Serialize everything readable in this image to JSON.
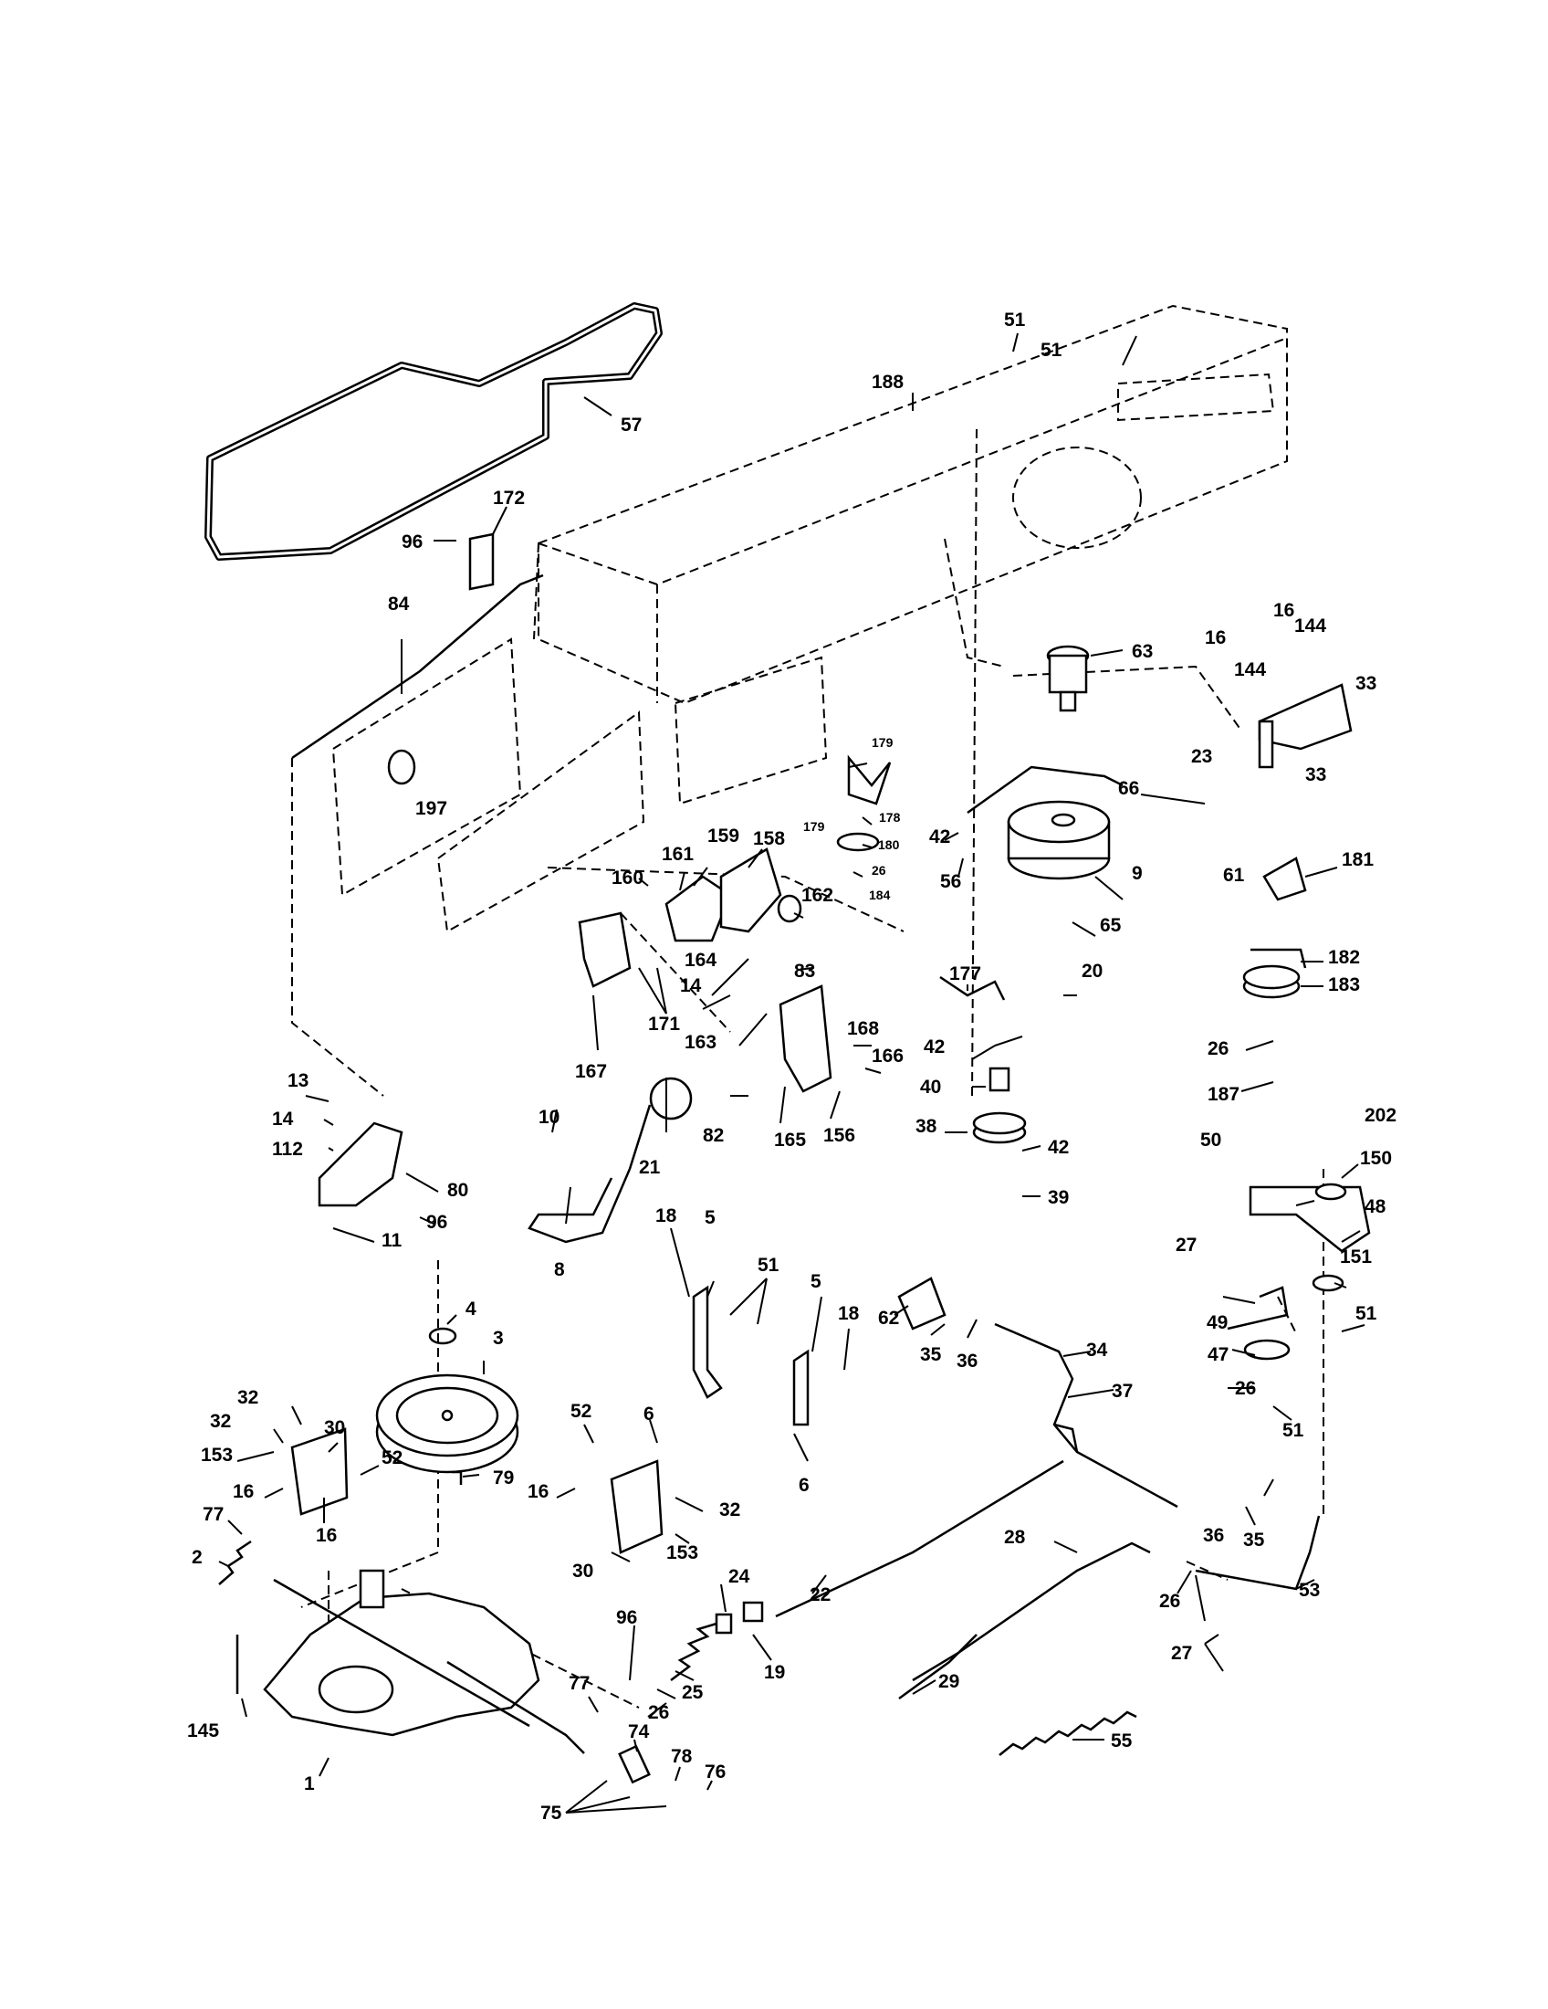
{
  "diagram": {
    "callouts": [
      {
        "id": "c57",
        "text": "57"
      },
      {
        "id": "c172",
        "text": "172"
      },
      {
        "id": "c96a",
        "text": "96"
      },
      {
        "id": "c84",
        "text": "84"
      },
      {
        "id": "c197",
        "text": "197"
      },
      {
        "id": "c188",
        "text": "188"
      },
      {
        "id": "c51a",
        "text": "51"
      },
      {
        "id": "c51b",
        "text": "51"
      },
      {
        "id": "c63",
        "text": "63"
      },
      {
        "id": "c16a",
        "text": "16"
      },
      {
        "id": "c16b",
        "text": "16"
      },
      {
        "id": "c144a",
        "text": "144"
      },
      {
        "id": "c144b",
        "text": "144"
      },
      {
        "id": "c33a",
        "text": "33"
      },
      {
        "id": "c23",
        "text": "23"
      },
      {
        "id": "c33b",
        "text": "33"
      },
      {
        "id": "c179a",
        "text": "179"
      },
      {
        "id": "c178",
        "text": "178"
      },
      {
        "id": "c179b",
        "text": "179"
      },
      {
        "id": "c180",
        "text": "180"
      },
      {
        "id": "c26a",
        "text": "26"
      },
      {
        "id": "c184",
        "text": "184"
      },
      {
        "id": "c66",
        "text": "66"
      },
      {
        "id": "c42a",
        "text": "42"
      },
      {
        "id": "c56",
        "text": "56"
      },
      {
        "id": "c9",
        "text": "9"
      },
      {
        "id": "c61",
        "text": "61"
      },
      {
        "id": "c181",
        "text": "181"
      },
      {
        "id": "c65",
        "text": "65"
      },
      {
        "id": "c20",
        "text": "20"
      },
      {
        "id": "c182",
        "text": "182"
      },
      {
        "id": "c183",
        "text": "183"
      },
      {
        "id": "c161",
        "text": "161"
      },
      {
        "id": "c159",
        "text": "159"
      },
      {
        "id": "c158",
        "text": "158"
      },
      {
        "id": "c160",
        "text": "160"
      },
      {
        "id": "c162",
        "text": "162"
      },
      {
        "id": "c164",
        "text": "164"
      },
      {
        "id": "c14a",
        "text": "14"
      },
      {
        "id": "c83",
        "text": "83"
      },
      {
        "id": "c171",
        "text": "171"
      },
      {
        "id": "c163",
        "text": "163"
      },
      {
        "id": "c167",
        "text": "167"
      },
      {
        "id": "c168",
        "text": "168"
      },
      {
        "id": "c166",
        "text": "166"
      },
      {
        "id": "c177",
        "text": "177"
      },
      {
        "id": "c42b",
        "text": "42"
      },
      {
        "id": "c40",
        "text": "40"
      },
      {
        "id": "c26b",
        "text": "26"
      },
      {
        "id": "c187",
        "text": "187"
      },
      {
        "id": "c13",
        "text": "13"
      },
      {
        "id": "c14b",
        "text": "14"
      },
      {
        "id": "c112",
        "text": "112"
      },
      {
        "id": "c80",
        "text": "80"
      },
      {
        "id": "c96b",
        "text": "96"
      },
      {
        "id": "c11",
        "text": "11"
      },
      {
        "id": "c10",
        "text": "10"
      },
      {
        "id": "c21",
        "text": "21"
      },
      {
        "id": "c82",
        "text": "82"
      },
      {
        "id": "c165",
        "text": "165"
      },
      {
        "id": "c156",
        "text": "156"
      },
      {
        "id": "c38",
        "text": "38"
      },
      {
        "id": "c42c",
        "text": "42"
      },
      {
        "id": "c39",
        "text": "39"
      },
      {
        "id": "c50",
        "text": "50"
      },
      {
        "id": "c202",
        "text": "202"
      },
      {
        "id": "c150",
        "text": "150"
      },
      {
        "id": "c48",
        "text": "48"
      },
      {
        "id": "c27a",
        "text": "27"
      },
      {
        "id": "c151",
        "text": "151"
      },
      {
        "id": "c8",
        "text": "8"
      },
      {
        "id": "c18a",
        "text": "18"
      },
      {
        "id": "c5a",
        "text": "5"
      },
      {
        "id": "c51c",
        "text": "51"
      },
      {
        "id": "c5b",
        "text": "5"
      },
      {
        "id": "c18b",
        "text": "18"
      },
      {
        "id": "c62",
        "text": "62"
      },
      {
        "id": "c35a",
        "text": "35"
      },
      {
        "id": "c36a",
        "text": "36"
      },
      {
        "id": "c34",
        "text": "34"
      },
      {
        "id": "c49",
        "text": "49"
      },
      {
        "id": "c51d",
        "text": "51"
      },
      {
        "id": "c47",
        "text": "47"
      },
      {
        "id": "c26c",
        "text": "26"
      },
      {
        "id": "c51e",
        "text": "51"
      },
      {
        "id": "c4",
        "text": "4"
      },
      {
        "id": "c3",
        "text": "3"
      },
      {
        "id": "c6a",
        "text": "6"
      },
      {
        "id": "c37",
        "text": "37"
      },
      {
        "id": "c32a",
        "text": "32"
      },
      {
        "id": "c32b",
        "text": "32"
      },
      {
        "id": "c30a",
        "text": "30"
      },
      {
        "id": "c153a",
        "text": "153"
      },
      {
        "id": "c52a",
        "text": "52"
      },
      {
        "id": "c79",
        "text": "79"
      },
      {
        "id": "c16c",
        "text": "16"
      },
      {
        "id": "c16d",
        "text": "16"
      },
      {
        "id": "c52b",
        "text": "52"
      },
      {
        "id": "c6b",
        "text": "6"
      },
      {
        "id": "c36b",
        "text": "36"
      },
      {
        "id": "c35b",
        "text": "35"
      },
      {
        "id": "c16e",
        "text": "16"
      },
      {
        "id": "c32c",
        "text": "32"
      },
      {
        "id": "c30b",
        "text": "30"
      },
      {
        "id": "c153b",
        "text": "153"
      },
      {
        "id": "c28",
        "text": "28"
      },
      {
        "id": "c77a",
        "text": "77"
      },
      {
        "id": "c2",
        "text": "2"
      },
      {
        "id": "c24",
        "text": "24"
      },
      {
        "id": "c22",
        "text": "22"
      },
      {
        "id": "c53",
        "text": "53"
      },
      {
        "id": "c96c",
        "text": "96"
      },
      {
        "id": "c29",
        "text": "29"
      },
      {
        "id": "c26d",
        "text": "26"
      },
      {
        "id": "c25",
        "text": "25"
      },
      {
        "id": "c19",
        "text": "19"
      },
      {
        "id": "c27b",
        "text": "27"
      },
      {
        "id": "c77b",
        "text": "77"
      },
      {
        "id": "c26e",
        "text": "26"
      },
      {
        "id": "c145",
        "text": "145"
      },
      {
        "id": "c74",
        "text": "74"
      },
      {
        "id": "c78",
        "text": "78"
      },
      {
        "id": "c55",
        "text": "55"
      },
      {
        "id": "c1",
        "text": "1"
      },
      {
        "id": "c76",
        "text": "76"
      },
      {
        "id": "c75",
        "text": "75"
      }
    ]
  }
}
